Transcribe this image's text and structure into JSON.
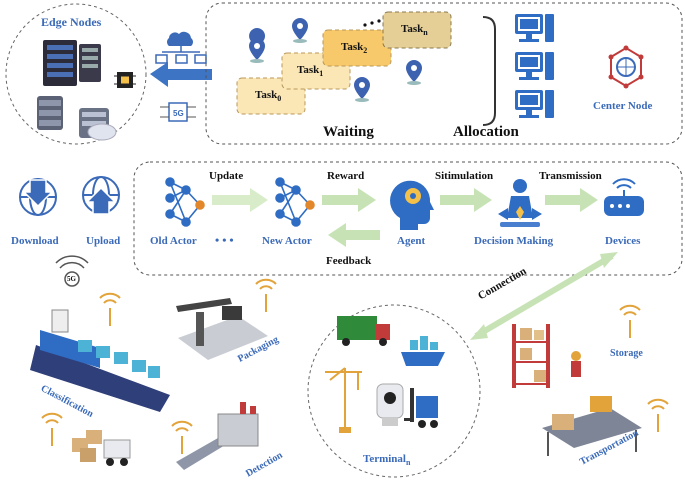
{
  "edge_nodes": {
    "title": "Edge Nodes"
  },
  "tasks": [
    {
      "name": "Task",
      "sub": "0"
    },
    {
      "name": "Task",
      "sub": "1"
    },
    {
      "name": "Task",
      "sub": "2"
    },
    {
      "name": "Task",
      "sub": "n"
    }
  ],
  "waiting_label": "Waiting",
  "allocation_label": "Allocation",
  "center_node_label": "Center Node",
  "flow": {
    "old_actor": "Old Actor",
    "new_actor": "New Actor",
    "agent": "Agent",
    "decision_making": "Decision Making",
    "devices": "Devices",
    "update": "Update",
    "reward": "Reward",
    "feedback": "Feedback",
    "stimulation": "Sitimulation",
    "transmission": "Transmission",
    "dots": "• • •"
  },
  "left": {
    "download": "Download",
    "upload": "Upload",
    "badge_5g": "5G"
  },
  "connection_label": "Connection",
  "scenes": {
    "classification": "Classification",
    "packaging": "Packaging",
    "detection": "Detection",
    "terminal": "Terminal",
    "terminal_sub": "n",
    "storage": "Storage",
    "transportation": "Transportation"
  },
  "colors": {
    "accent_blue": "#3b6ab8",
    "task_fill": "#fbe6b5",
    "arrow_green": "#c7e3b5"
  }
}
